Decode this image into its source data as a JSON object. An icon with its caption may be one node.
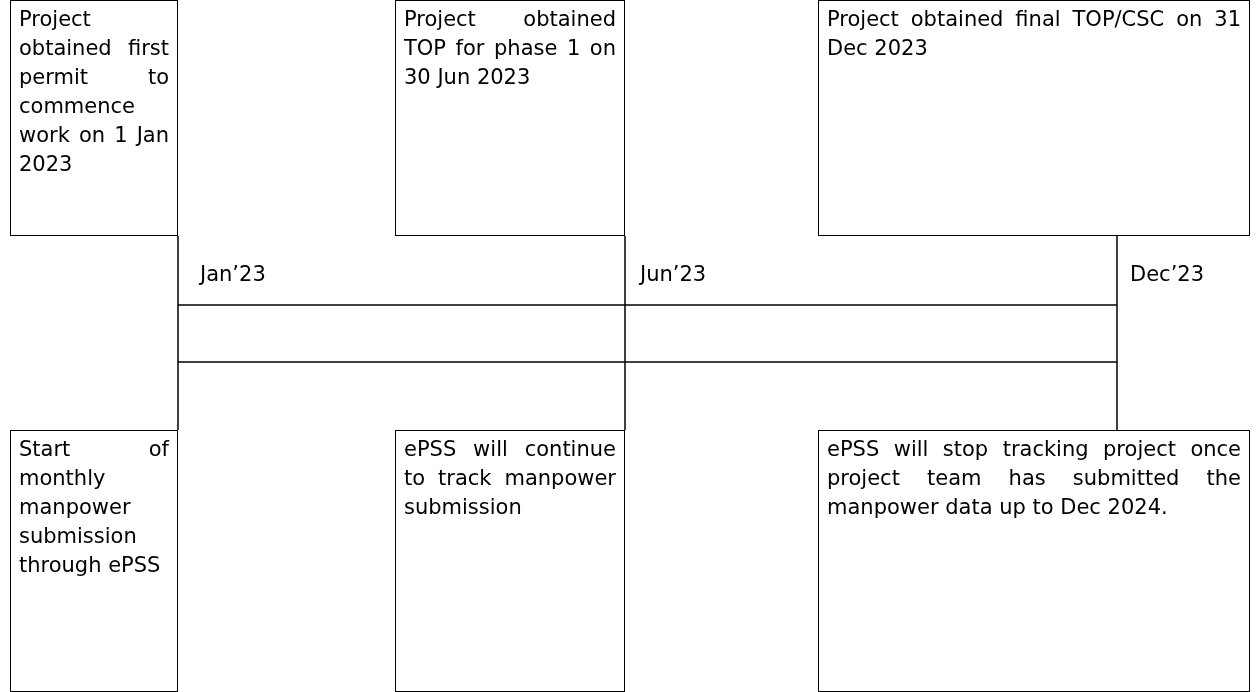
{
  "diagram": {
    "nodes": [
      {
        "text": [
          "Project obtained first permit to commence work on 1 Jan 2023"
        ]
      },
      {
        "text": [
          "Project obtained TOP for phase 1 on 30 Jun 2023"
        ]
      },
      {
        "text": [
          "Project obtained final TOP/CSC on 31 Dec 2023"
        ]
      },
      {
        "text": [
          "Start of monthly manpower submission through ePSS"
        ]
      },
      {
        "text": [
          "ePSS will continue to track manpower submission"
        ]
      },
      {
        "text": [
          "ePSS will stop tracking project once project team has submitted the manpower data up to Dec 2024."
        ]
      }
    ],
    "edges": [
      {
        "from": 0,
        "to": 3,
        "arrow": "none"
      },
      {
        "from": 1,
        "to": 4,
        "arrow": "none"
      },
      {
        "from": 2,
        "to": 5,
        "arrow": "none"
      }
    ],
    "labels": [
      "Jan’23",
      "Jun’23",
      "Dec’23"
    ]
  }
}
